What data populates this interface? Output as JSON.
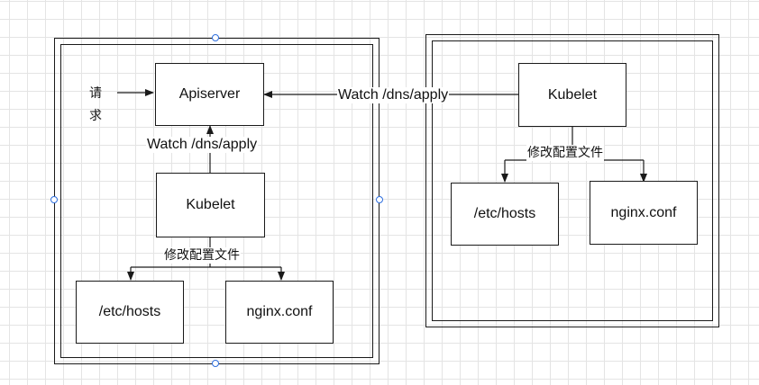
{
  "diagram": {
    "left_cluster": {
      "request_label": "请\n求",
      "apiserver": "Apiserver",
      "watch_label": "Watch /dns/apply",
      "kubelet": "Kubelet",
      "modify_label": "修改配置文件",
      "hosts": "/etc/hosts",
      "nginx": "nginx.conf"
    },
    "right_cluster": {
      "watch_label": "Watch /dns/apply",
      "kubelet": "Kubelet",
      "modify_label": "修改配置文件",
      "hosts": "/etc/hosts",
      "nginx": "nginx.conf"
    }
  },
  "colors": {
    "stroke": "#1a1a1a",
    "grid": "#e4e4e4",
    "selection_handle": "#2f6fdf"
  }
}
